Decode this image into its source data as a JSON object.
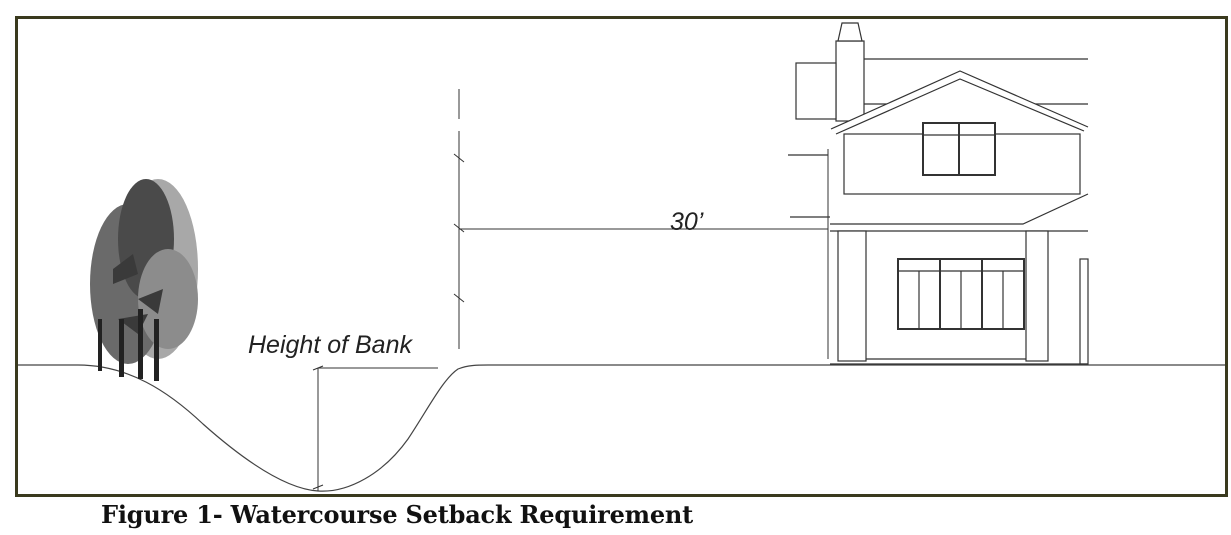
{
  "figure": {
    "caption": "Figure 1- Watercourse Setback Requirement",
    "frame_color": "#3a3a1e",
    "labels": {
      "setback_distance": "30’",
      "bank_height": "Height of Bank"
    },
    "icons": [
      "tree-cluster-icon",
      "house-elevation-icon"
    ]
  }
}
